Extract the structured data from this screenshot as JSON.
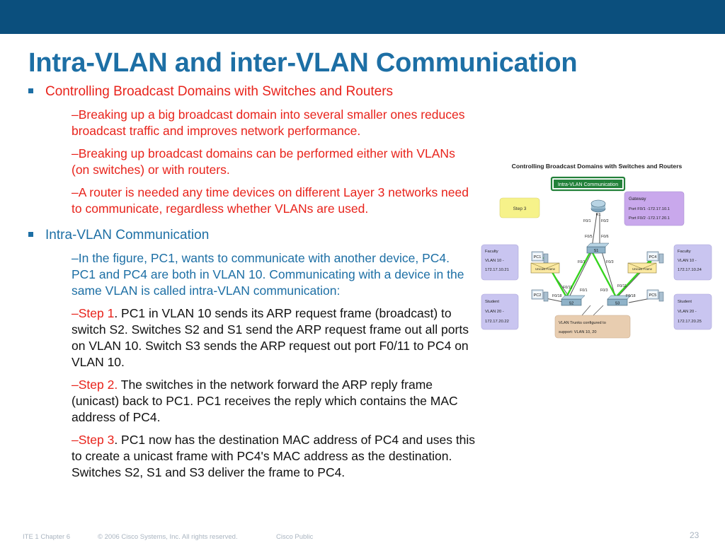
{
  "slide": {
    "title": "Intra-VLAN and inter-VLAN Communication",
    "colors": {
      "top_bar": "#0b4f7d",
      "title": "#1d6fa5",
      "red_text": "#e8231b",
      "blue_text": "#1d6fa5"
    },
    "sections": [
      {
        "heading": "Controlling Broadcast Domains with Switches and Routers",
        "items": [
          "–Breaking up a big broadcast domain into several smaller ones reduces broadcast traffic and improves network performance.",
          "–Breaking up broadcast domains can be performed either with VLANs (on switches) or with routers.",
          "–A router is needed any time devices on different Layer 3 networks need to communicate, regardless whether VLANs are used."
        ]
      },
      {
        "heading": "Intra-VLAN Communication",
        "intro": "–In the figure, PC1, wants to communicate with another device, PC4. PC1 and PC4 are both in VLAN 10. Communicating with a device in the same VLAN is called intra-VLAN communication:",
        "steps": [
          {
            "label": "–Step 1",
            "text": ". PC1 in VLAN 10 sends its ARP request frame (broadcast) to switch S2. Switches S2 and S1 send the ARP request frame out all ports on VLAN 10. Switch S3 sends the ARP request out port F0/11 to PC4 on VLAN 10."
          },
          {
            "label": "–Step 2.",
            "text": " The switches in the network forward the ARP reply frame (unicast) back to PC1. PC1 receives the reply which contains the MAC address of PC4."
          },
          {
            "label": "–Step 3",
            "text": ". PC1 now has the destination MAC address of PC4 and uses this to create a unicast frame with PC4's MAC address as the destination. Switches S2, S1 and S3 deliver the frame to PC4."
          }
        ]
      }
    ]
  },
  "figure": {
    "title": "Controlling Broadcast Domains with Switches and Routers",
    "banner": "Intra-VLAN Communication",
    "step_box": "Step 3",
    "gateway": [
      "Gateway",
      "Port F0/1 -172.17.10.1",
      "Port F0/2 -172.17.20.1"
    ],
    "router": "R1",
    "switches": [
      "S1",
      "S2",
      "S3"
    ],
    "pcs": [
      "PC1",
      "PC2",
      "PC4",
      "PC5"
    ],
    "port_labels": {
      "r1_left": "F0/1",
      "r1_right": "F0/2",
      "s1_top_left": "F0/5",
      "s1_top_right": "F0/6",
      "s1_left": "F0/1",
      "s1_right": "F0/3",
      "s2_top": "F0/11",
      "s2_left": "F0/18",
      "s2_right": "F0/1",
      "s3_top": "F0/11",
      "s3_left": "F0/3",
      "s3_right": "F0/18"
    },
    "unicast_frame": "Unicast Frame",
    "hosts": {
      "faculty_left": [
        "Faculty",
        "VLAN 10 -",
        "172.17.10.21"
      ],
      "student_left": [
        "Student",
        "VLAN 20 -",
        "172.17.20.22"
      ],
      "faculty_right": [
        "Faculty",
        "VLAN 10 -",
        "172.17.10.24"
      ],
      "student_right": [
        "Student",
        "VLAN 20 -",
        "172.17.20.25"
      ]
    },
    "trunk_note": [
      "VLAN Trunks configured to",
      "support: VLAN 10, 20"
    ],
    "colors": {
      "host_box": "#c9c5f0",
      "gateway_box": "#c9a8ec",
      "step_box": "#f6f28a",
      "trunk_box": "#e8cdb0",
      "banner": "#23813a",
      "arrow": "#36d41f"
    }
  },
  "footer": {
    "course": "ITE 1 Chapter 6",
    "copyright": "© 2006 Cisco Systems, Inc. All rights reserved.",
    "classification": "Cisco Public",
    "page": "23"
  }
}
